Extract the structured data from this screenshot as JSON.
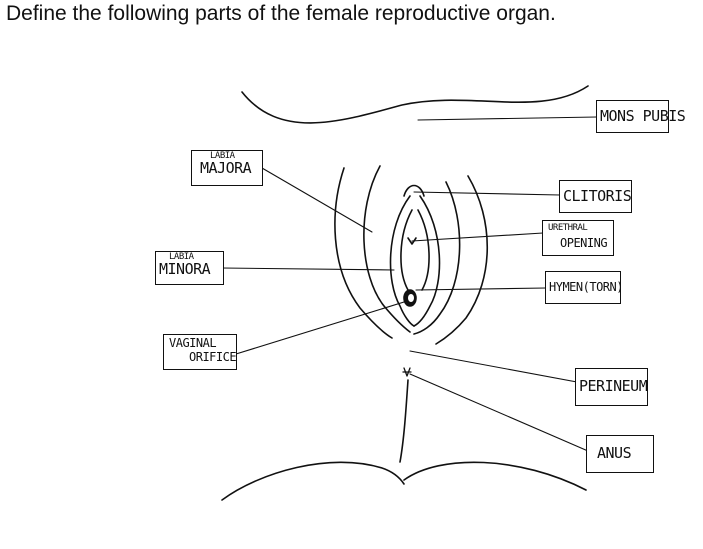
{
  "title": "Define the following parts of the female reproductive organ.",
  "labels": {
    "mons_pubis": "MONS PUBIS",
    "labia_majora": {
      "line1": "LABIA",
      "line2": "MAJORA"
    },
    "clitoris": "CLITORIS",
    "urethral_opening": {
      "line1": "URETHRAL",
      "line2": "OPENING"
    },
    "labia_minora": {
      "line1": "LABIA",
      "line2": "MINORA"
    },
    "hymen": "HYMEN(TORN)",
    "vaginal_orifice": {
      "line1": "VAGINAL",
      "line2": "ORIFICE"
    },
    "perineum": "PERINEUM",
    "anus": "ANUS"
  }
}
